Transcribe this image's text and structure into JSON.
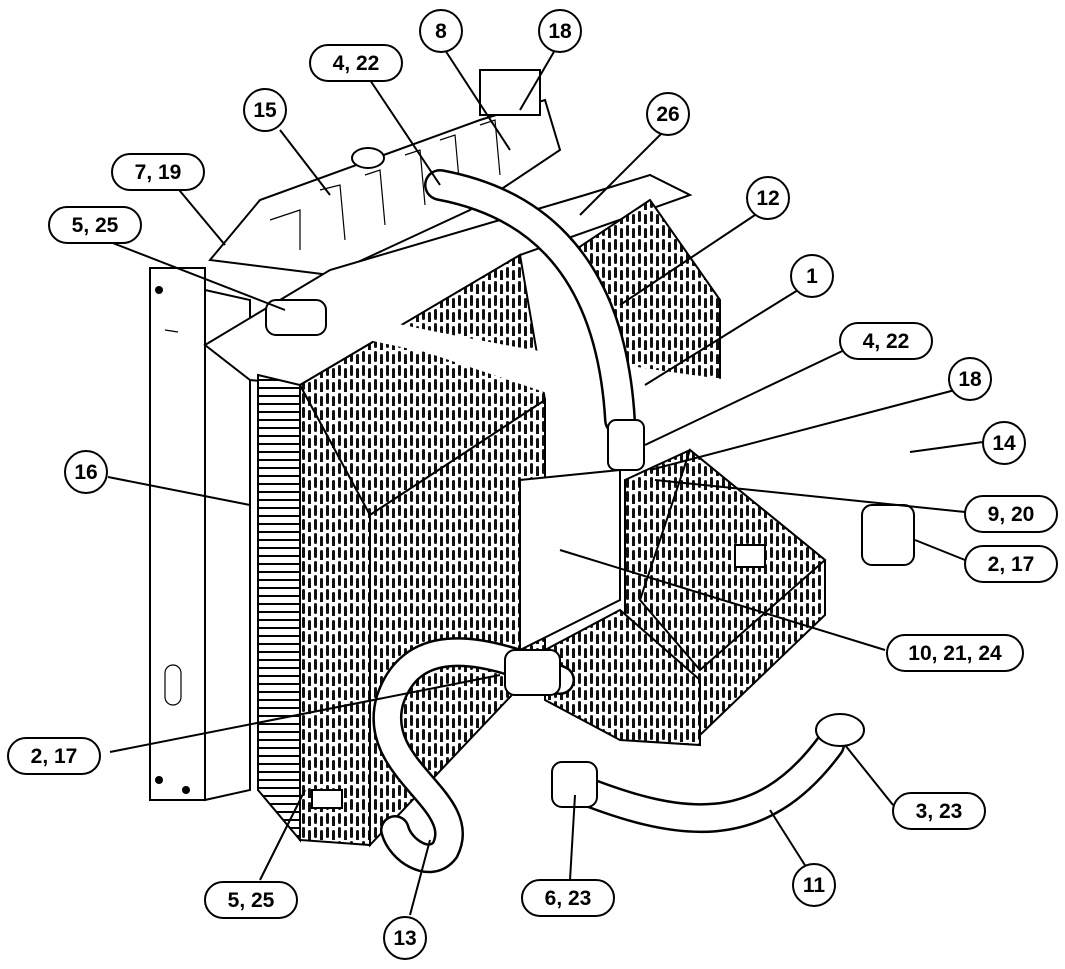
{
  "colors": {
    "ink": "#000000",
    "paper": "#ffffff"
  },
  "callouts": {
    "c8": "8",
    "c18_top": "18",
    "c4_22_top": "4, 22",
    "c26": "26",
    "c15": "15",
    "c7_19": "7, 19",
    "c12": "12",
    "c5_25_top": "5, 25",
    "c1": "1",
    "c4_22_right": "4, 22",
    "c18_right": "18",
    "c16": "16",
    "c14": "14",
    "c9_20": "9, 20",
    "c2_17_right": "2, 17",
    "c10_21_24": "10, 21, 24",
    "c2_17_left": "2, 17",
    "c3_23": "3, 23",
    "c6_23": "6, 23",
    "c11": "11",
    "c5_25_bottom": "5, 25",
    "c13": "13"
  }
}
